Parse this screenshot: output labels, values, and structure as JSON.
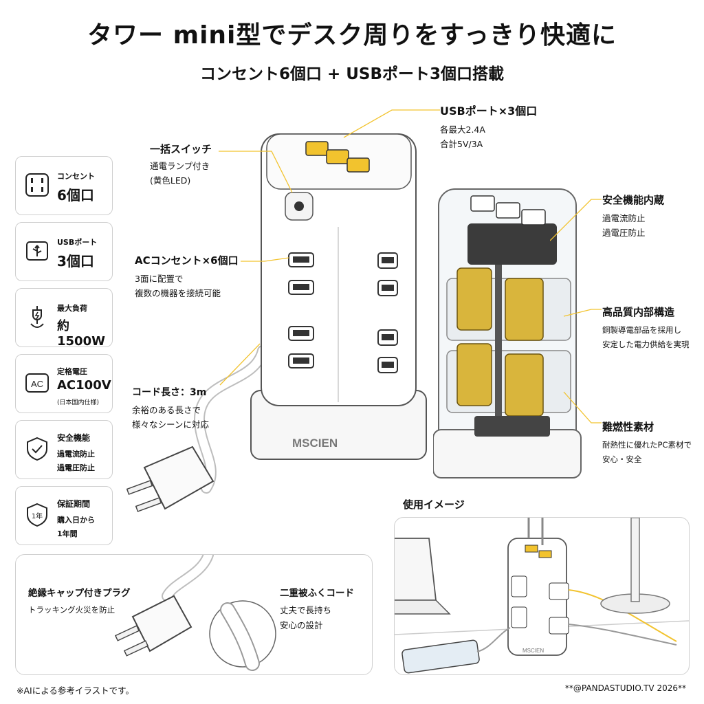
{
  "header": {
    "title": "タワー mini型でデスク周りをすっきり快適に",
    "subtitle": "コンセント6個口 + USBポート3個口搭載"
  },
  "specs": [
    {
      "label": "コンセント",
      "value": "6個口",
      "icon": "outlet-icon"
    },
    {
      "label": "USBポート",
      "value": "3個口",
      "icon": "usb-icon"
    },
    {
      "label": "最大負荷",
      "value": "約1500W",
      "icon": "plug-icon"
    },
    {
      "label": "定格電圧",
      "value": "AC100V",
      "note": "(日本国内仕様)",
      "icon": "ac-icon"
    },
    {
      "label": "安全機能",
      "line1": "過電流防止",
      "line2": "過電圧防止",
      "icon": "shield-icon"
    },
    {
      "label": "保証期間",
      "line1": "購入日から",
      "line2": "1年間",
      "icon": "warranty-icon",
      "icon_text": "1年"
    }
  ],
  "callouts": {
    "usb": {
      "title": "USBポート×3個口",
      "line1": "各最大2.4A",
      "line2": "合計5V/3A"
    },
    "switch": {
      "title": "一括スイッチ",
      "line1": "通電ランプ付き",
      "line2": "(黄色LED)"
    },
    "ac": {
      "title": "ACコンセント×6個口",
      "line1": "3面に配置で",
      "line2": "複数の機器を接続可能"
    },
    "cord": {
      "title": "コード長さ：3m",
      "line1": "余裕のある長さで",
      "line2": "様々なシーンに対応"
    },
    "safety": {
      "title": "安全機能内蔵",
      "line1": "過電流防止",
      "line2": "過電圧防止"
    },
    "quality": {
      "title": "高品質内部構造",
      "line1": "銅製導電部品を採用し",
      "line2": "安定した電力供給を実現"
    },
    "flame": {
      "title": "難燃性素材",
      "line1": "耐熱性に優れたPC素材で",
      "line2": "安心・安全"
    }
  },
  "product": {
    "brand": "MSCIEN",
    "brand_small": "MSCIEN"
  },
  "bottom": {
    "plug_title": "絶縁キャップ付きプラグ",
    "plug_text": "トラッキング火災を防止",
    "cord_title": "二重被ふくコード",
    "cord_line1": "丈夫で長持ち",
    "cord_line2": "安心の設計"
  },
  "usage": {
    "title": "使用イメージ"
  },
  "footer": {
    "note": "※AIによる参考イラストです。",
    "credit": "**@PANDASTUDIO.TV 2026**"
  },
  "colors": {
    "accent": "#f2c32e",
    "line": "#cfcfcf",
    "gold": "#c9a227"
  }
}
